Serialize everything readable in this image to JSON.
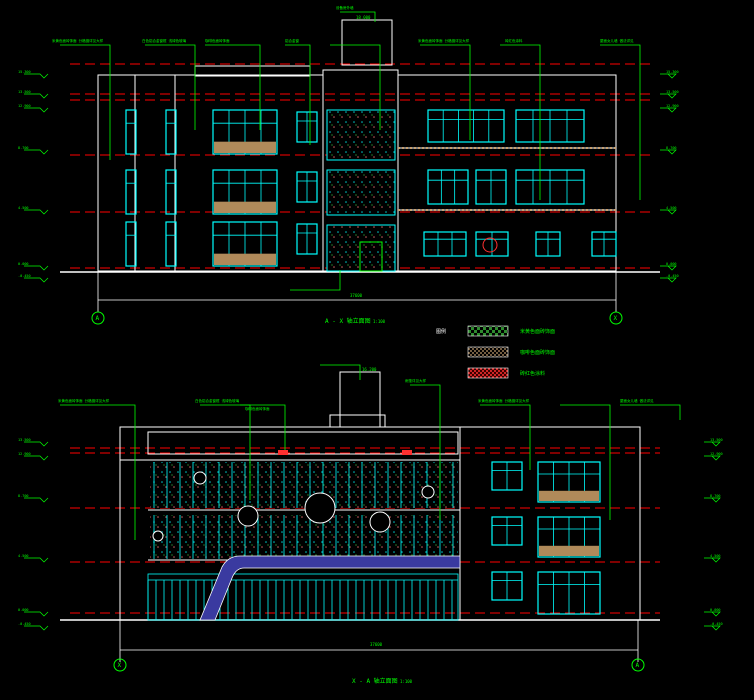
{
  "title_upper": "A - X 轴立面图",
  "scale_upper": "1:100",
  "title_lower": "X - A 轴立面图",
  "scale_lower": "1:100",
  "axis_a": "A",
  "axis_x": "X",
  "legend": {
    "heading": "图例",
    "items": [
      {
        "label": "米黄色面砖饰面",
        "pattern": "green-check"
      },
      {
        "label": "咖啡色面砖饰面",
        "pattern": "brown-dot"
      },
      {
        "label": "砖红色涂料",
        "pattern": "red-dot"
      }
    ]
  },
  "colors": {
    "outline": "#ffffff",
    "window": "#00ffff",
    "leader": "#00ff00",
    "level_line": "#ff0000",
    "infill": "#b08a5a",
    "canopy": "#3a3aa0",
    "dimension_text": "#00ff00"
  },
  "upper_levels_left": [
    "15.300",
    "13.500",
    "12.900",
    "8.700",
    "4.500",
    "0.000",
    "-0.450"
  ],
  "upper_levels_right": [
    "15.300",
    "13.500",
    "12.900",
    "8.700",
    "4.500",
    "0.000",
    "-0.450"
  ],
  "lower_levels_left": [
    "13.500",
    "12.900",
    "8.700",
    "4.500",
    "0.000",
    "-0.450"
  ],
  "lower_levels_right": [
    "13.500",
    "12.900",
    "8.700",
    "4.500",
    "0.000",
    "-0.450"
  ],
  "upper_dim_total": "37600",
  "lower_dim_total": "37600",
  "top_note": "设备房外墙",
  "top_level": "18.000",
  "upper_notes": [
    "米黄色面砖饰面 分格缝详见大样",
    "白色铝合金窗框 浅绿色玻璃",
    "咖啡色面砖饰面",
    "铝合金窗",
    "米黄色面砖饰面 分格缝详见大样",
    "砖红色涂料",
    "屋面女儿墙 做法详见"
  ],
  "lower_notes": [
    "米黄色面砖饰面 分格缝详见大样",
    "白色铝合金窗框 浅绿色玻璃",
    "咖啡色面砖饰面",
    "雨篷详见大样",
    "米黄色面砖饰面 分格缝详见大样",
    "屋面女儿墙 做法详见"
  ],
  "lower_top_level": "16.200"
}
